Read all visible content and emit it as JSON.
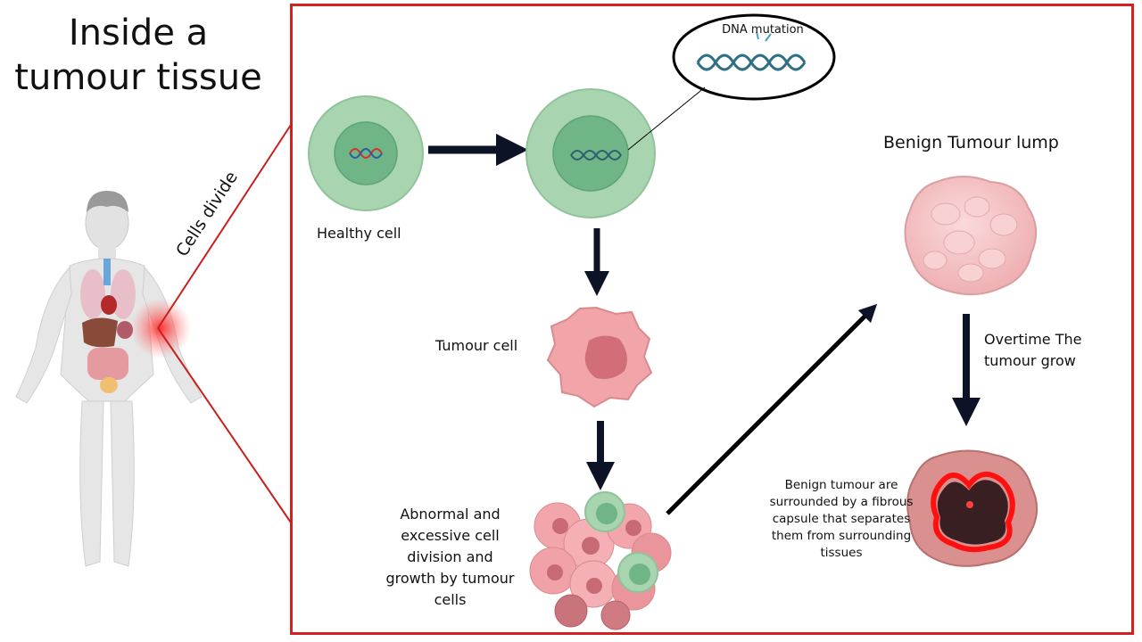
{
  "title": "Inside a tumour tissue",
  "labels": {
    "cells_divide": "Cells divide",
    "dna_mutation": "DNA mutation",
    "healthy_cell": "Healthy cell",
    "tumour_cell": "Tumour cell",
    "abnormal_division": "Abnormal and excessive cell division and growth by tumour cells",
    "benign_lump": "Benign Tumour lump",
    "overtime": "Overtime The tumour grow",
    "capsule_note": "Benign tumour are surrounded by a fibrous capsule that separates them from surrounding tissues"
  },
  "colors": {
    "frame_red": "#d32020",
    "cell_green": "#a8d5b0",
    "nucleus_green": "#6fb585",
    "tumour_pink": "#f1a5a8",
    "lump_pink": "#f5c6c8",
    "arrow_dark": "#0d1326",
    "capsule_red": "#ff1010"
  }
}
